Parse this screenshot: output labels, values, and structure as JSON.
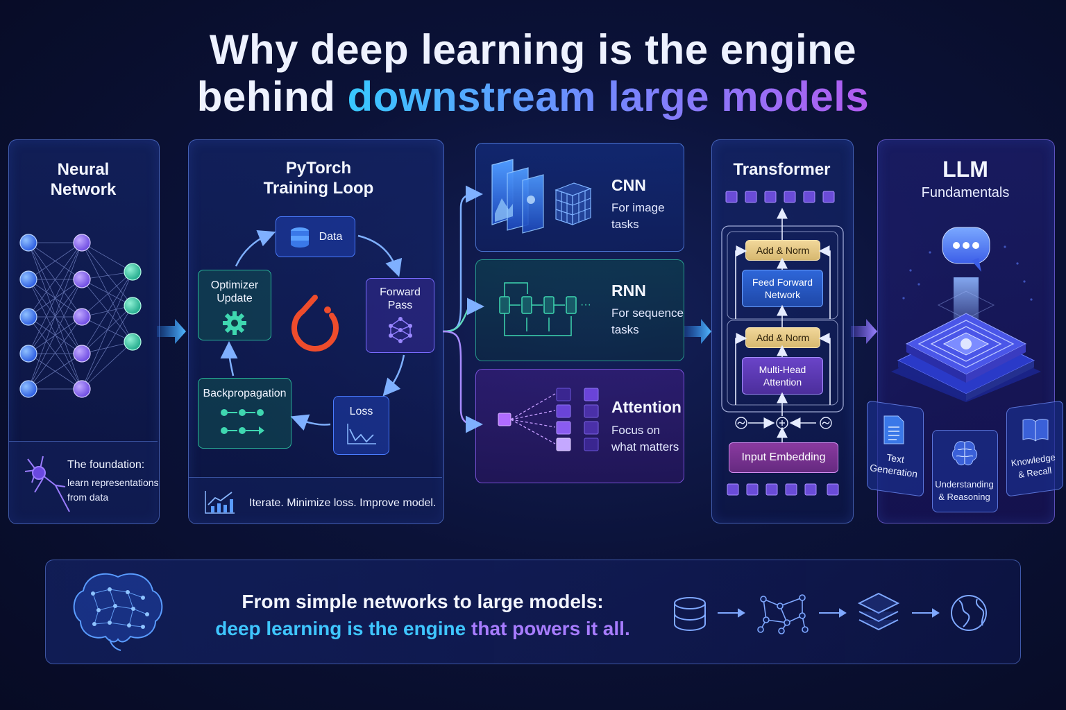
{
  "title": {
    "line1": "Why deep learning is the engine",
    "line2_plain": "behind ",
    "line2_highlight": "downstream large models"
  },
  "neural_network": {
    "title": "Neural\nNetwork",
    "foundation_title": "The foundation:",
    "foundation_text": "learn representations\nfrom data"
  },
  "training_loop": {
    "title": "PyTorch\nTraining Loop",
    "steps": {
      "data": "Data",
      "forward": "Forward\nPass",
      "loss": "Loss",
      "backprop": "Backpropagation",
      "optimizer": "Optimizer\nUpdate"
    },
    "footer": "Iterate. Minimize loss. Improve model."
  },
  "architectures": [
    {
      "name": "CNN",
      "desc": "For image\ntasks"
    },
    {
      "name": "RNN",
      "desc": "For sequence\ntasks"
    },
    {
      "name": "Attention",
      "desc": "Focus on\nwhat matters"
    }
  ],
  "transformer": {
    "title": "Transformer",
    "add_norm_top": "Add & Norm",
    "feed_forward": "Feed Forward\nNetwork",
    "add_norm_bottom": "Add & Norm",
    "multi_head": "Multi-Head\nAttention",
    "input_embedding": "Input Embedding"
  },
  "llm": {
    "title": "LLM",
    "subtitle": "Fundamentals",
    "cards": [
      "Text\nGeneration",
      "Understanding\n& Reasoning",
      "Knowledge\n& Recall"
    ]
  },
  "banner": {
    "line1": "From simple networks to large models:",
    "line2_a": "deep learning is the engine ",
    "line2_b": "that powers it all."
  },
  "colors": {
    "background": "#0b1238",
    "accent_cyan": "#38c8ff",
    "accent_purple": "#b25cf0",
    "node_blue": "#3d7bff",
    "node_purple": "#7a5cff",
    "node_teal": "#2fd0a8",
    "pytorch_orange": "#ee4c2c"
  },
  "icons": [
    "neuron-icon",
    "database-icon",
    "network-icon",
    "chart-icon",
    "gear-icon",
    "pipeline-icon",
    "images-icon",
    "cube-grid-icon",
    "chat-bubble-icon",
    "document-icon",
    "brain-icon",
    "book-icon",
    "layers-icon",
    "globe-icon",
    "pytorch-logo"
  ]
}
